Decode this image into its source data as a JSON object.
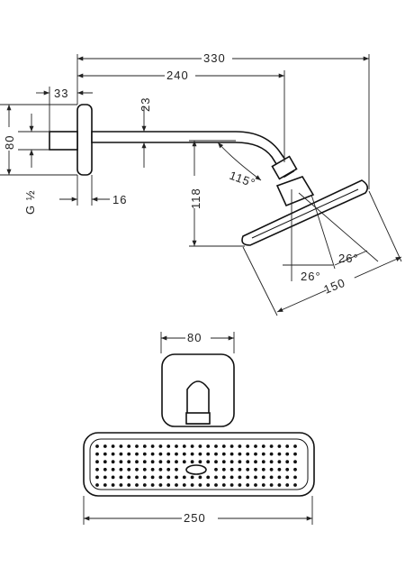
{
  "dimensions": {
    "d330": "330",
    "d240": "240",
    "d33": "33",
    "d23": "23",
    "d80_side": "80",
    "thread": "G ½",
    "d16": "16",
    "d118": "118",
    "a115": "115°",
    "a26_left": "26°",
    "a26_right": "26°",
    "d150": "150",
    "d80_front": "80",
    "d250": "250"
  }
}
